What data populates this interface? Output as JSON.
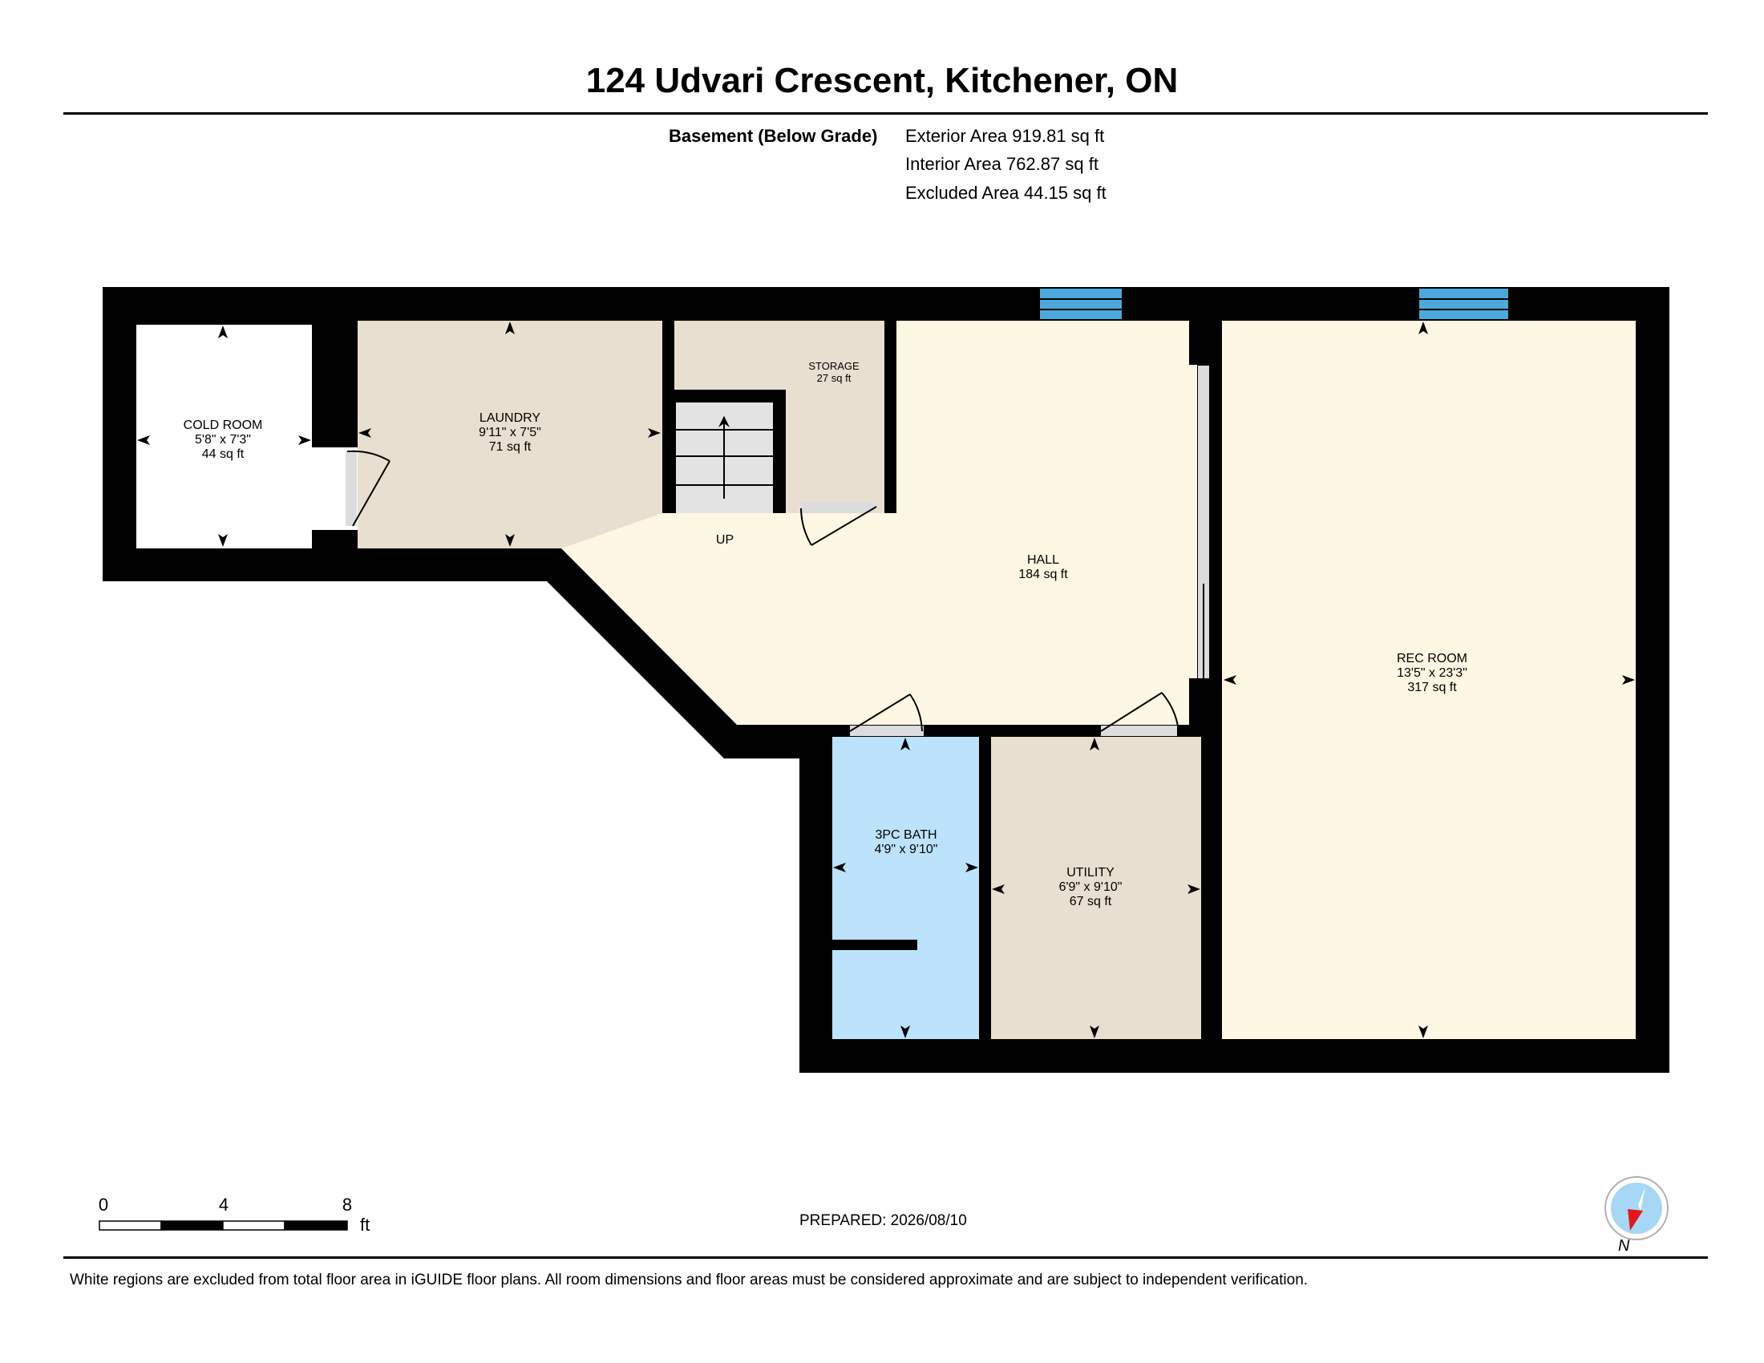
{
  "header": {
    "address": "124 Udvari Crescent, Kitchener, ON",
    "level": "Basement (Below Grade)",
    "exterior_area": "Exterior Area 919.81 sq ft",
    "interior_area": "Interior Area 762.87 sq ft",
    "excluded_area": "Excluded Area 44.15 sq ft"
  },
  "rooms": {
    "cold_room": {
      "name": "COLD ROOM",
      "dims": "5'8\" x 7'3\"",
      "area": "44 sq ft"
    },
    "laundry": {
      "name": "LAUNDRY",
      "dims": "9'11\" x 7'5\"",
      "area": "71 sq ft"
    },
    "storage": {
      "name": "STORAGE",
      "area": "27 sq ft"
    },
    "stairs": {
      "label": "UP"
    },
    "hall": {
      "name": "HALL",
      "area": "184 sq ft"
    },
    "rec_room": {
      "name": "REC ROOM",
      "dims": "13'5\" x 23'3\"",
      "area": "317 sq ft"
    },
    "bath": {
      "name": "3PC BATH",
      "dims": "4'9\" x 9'10\""
    },
    "utility": {
      "name": "UTILITY",
      "dims": "6'9\" x 9'10\"",
      "area": "67 sq ft"
    }
  },
  "scale": {
    "ticks": [
      "0",
      "4",
      "8"
    ],
    "unit": "ft"
  },
  "prepared": "PREPARED: 2026/08/10",
  "compass": {
    "label": "N"
  },
  "disclaimer": "White regions are excluded from total floor area in iGUIDE floor plans. All room dimensions and floor areas must be considered approximate and are subject to independent verification.",
  "colors": {
    "wall": "#000000",
    "hall_rec": "#fdf7e3",
    "laundry_storage_utility": "#e8dfd0",
    "bath": "#bde2fb",
    "window": "#4aa8db",
    "stairs": "#e3e3e3",
    "compass_red": "#e8141b",
    "compass_blue": "#a6d8f5"
  }
}
